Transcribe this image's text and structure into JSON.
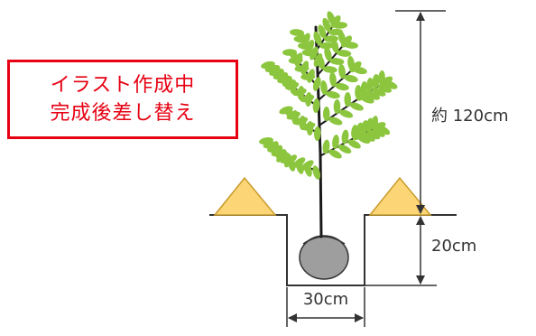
{
  "note": {
    "line1": "イラスト作成中",
    "line2": "完成後差し替え"
  },
  "dimensions": {
    "height_label": "約 120cm",
    "depth_label": "20cm",
    "width_label": "30cm"
  },
  "colors": {
    "note_red": "#e60012",
    "leaf_green": "#8cc63f",
    "mound_yellow": "#fbd576",
    "root_ball": "#9e9e9e",
    "line": "#333333"
  }
}
